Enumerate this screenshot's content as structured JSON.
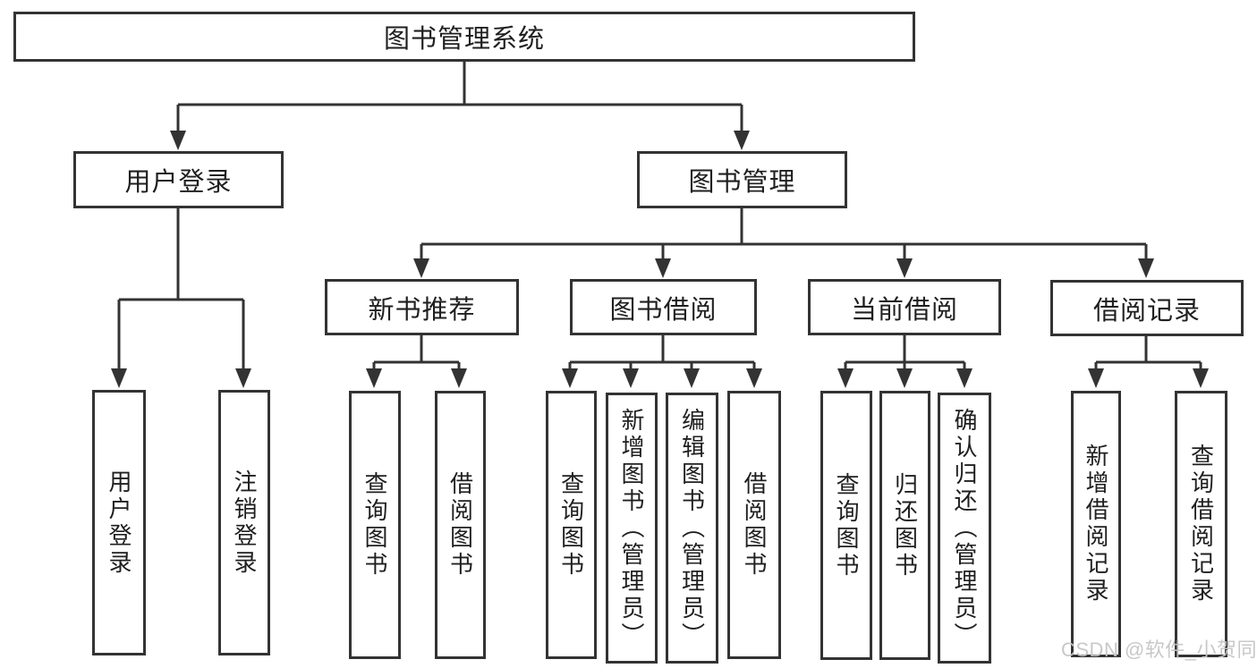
{
  "diagram": {
    "nodes": {
      "root": "图书管理系统",
      "level2": [
        "用户登录",
        "图书管理"
      ],
      "level3": [
        "新书推荐",
        "图书借阅",
        "当前借阅",
        "借阅记录"
      ],
      "leaves": [
        "用户登录",
        "注销登录",
        "查询图书",
        "借阅图书",
        "查询图书",
        "新增图书（管理员）",
        "编辑图书（管理员）",
        "借阅图书",
        "查询图书",
        "归还图书",
        "确认归还（管理员）",
        "新增借阅记录",
        "查询借阅记录"
      ]
    },
    "watermark": "CSDN @软件_小贺同学",
    "colors": {
      "line": "#333333",
      "border": "#333333",
      "text": "#1f1f1f",
      "watermark": "#c5c5c5",
      "background": "#ffffff"
    }
  }
}
